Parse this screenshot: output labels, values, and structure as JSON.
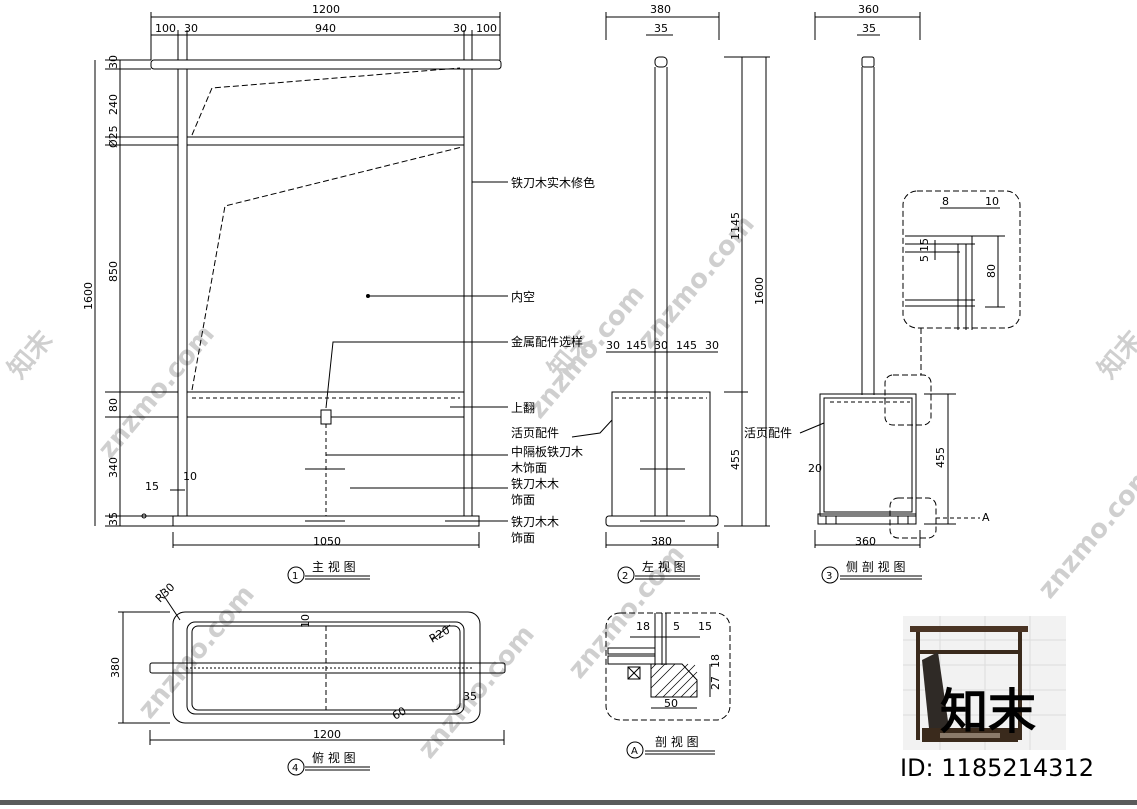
{
  "views": {
    "front": {
      "caption": "主 视 图",
      "num": "1",
      "dims_top": {
        "total": "1200",
        "left_out": "100",
        "left_in": "30",
        "mid": "940",
        "right_in": "30",
        "right_out": "100"
      },
      "dims_left": {
        "total": "1600",
        "top_bar": "30",
        "upper": "240",
        "rail": "Ø25",
        "main": "850",
        "flap": "80",
        "lower": "340",
        "base": "35"
      },
      "dims_misc": {
        "d15": "15",
        "d10": "10"
      },
      "dims_bottom": "1050",
      "callouts": [
        "铁刀木实木修色",
        "内空",
        "金属配件选样",
        "上翻",
        "活页配件",
        "中隔板铁刀木",
        "木饰面",
        "铁刀木木",
        "饰面",
        "铁刀木木",
        "饰面"
      ]
    },
    "left": {
      "caption": "左 视 图",
      "num": "2",
      "dims_top": {
        "total": "380",
        "pole": "35"
      },
      "dims_mid": [
        "30",
        "145",
        "30",
        "145",
        "30"
      ],
      "dims_right": {
        "total": "1600",
        "upper": "1145",
        "lower": "455"
      },
      "dims_bottom": "380"
    },
    "side": {
      "caption": "侧 剖 视 图",
      "num": "3",
      "dims_top": {
        "total": "360",
        "pole": "35"
      },
      "detail_dims": [
        "8",
        "10",
        "15",
        "5",
        "80"
      ],
      "dims_right": "455",
      "dims_bottom": "360",
      "label_hinge": "活页配件",
      "dim_20": "20",
      "section_mark": "A"
    },
    "top": {
      "caption": "俯 视 图",
      "num": "4",
      "dims_left": "380",
      "dims_bottom": "1200",
      "radii": [
        "R30",
        "R20"
      ],
      "misc": [
        "10",
        "35",
        "60"
      ]
    },
    "section": {
      "caption": "剖 视 图",
      "num": "A",
      "dims": [
        "18",
        "5",
        "15",
        "18",
        "27",
        "50"
      ]
    }
  },
  "watermark": {
    "text": "znzmo.com",
    "logo": "知末",
    "logo_big": "知末",
    "id": "ID: 1185214312"
  }
}
